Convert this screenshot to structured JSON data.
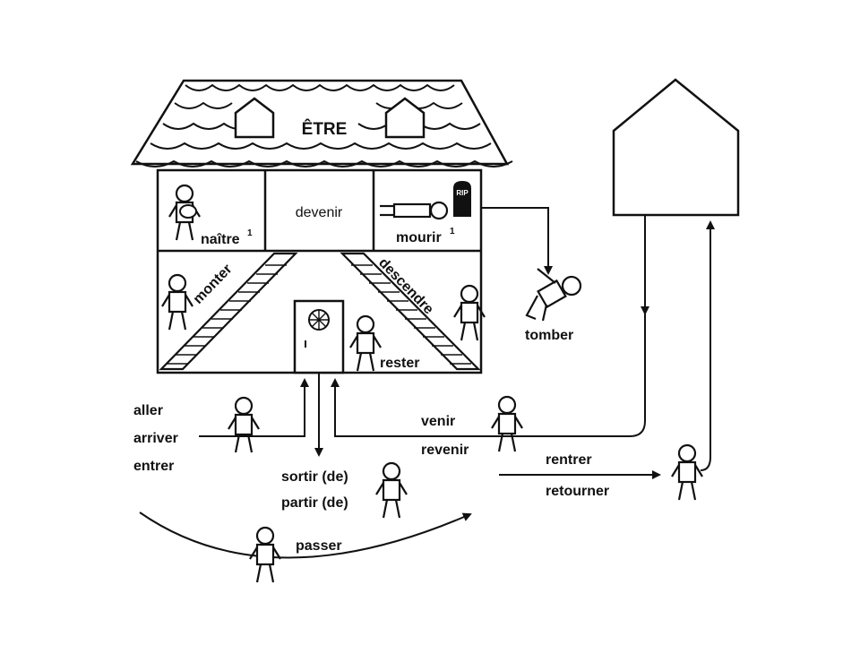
{
  "title": "ÊTRE",
  "rooms": {
    "naitre": "naître",
    "naitre_sup": "1",
    "devenir": "devenir",
    "mourir": "mourir",
    "mourir_sup": "1",
    "tomb": "RIP"
  },
  "stairs": {
    "monter": "monter",
    "descendre": "descendre",
    "rester": "rester"
  },
  "outside": {
    "tomber": "tomber",
    "aller": "aller",
    "arriver": "arriver",
    "entrer": "entrer",
    "sortir": "sortir (de)",
    "partir": "partir (de)",
    "passer": "passer",
    "venir": "venir",
    "revenir": "revenir",
    "rentrer": "rentrer",
    "retourner": "retourner"
  },
  "colors": {
    "ink": "#111111",
    "paper": "#ffffff"
  }
}
